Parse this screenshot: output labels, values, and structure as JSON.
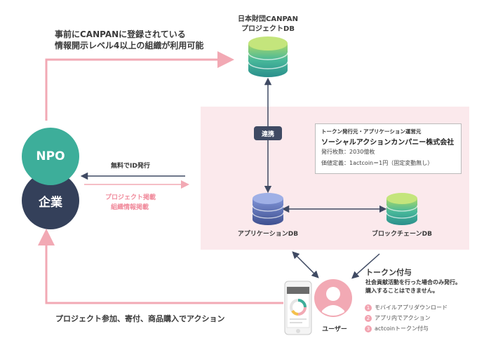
{
  "top_note": {
    "line1": "事前にCANPANに登録されている",
    "line2": "情報開示レベル4以上の組織が利用可能"
  },
  "canpan_db": {
    "line1": "日本財団CANPAN",
    "line2": "プロジェクトDB"
  },
  "renkei_label": "連携",
  "info_box": {
    "line1": "トークン発行元・アプリケーション運営元",
    "line2": "ソーシャルアクションカンパニー株式会社",
    "line3": "発行枚数：2030億枚",
    "line4": "価値定義：1actcoin＝1円（固定変動無し）"
  },
  "npo_label": "NPO",
  "kigyo_label": "企業",
  "id_issue_label": "無料でID発行",
  "pink_labels": {
    "line1": "プロジェクト掲載",
    "line2": "組織情報掲載"
  },
  "app_db_label": "アプリケーションDB",
  "blockchain_db_label": "ブロックチェーンDB",
  "token_title": "トークン付与",
  "token_desc": {
    "line1": "社会貢献活動を行った場合のみ発行。",
    "line2": "購入することはできません。"
  },
  "steps": [
    {
      "num": "1",
      "label": "モバイルアプリダウンロード"
    },
    {
      "num": "2",
      "label": "アプリ内でアクション"
    },
    {
      "num": "3",
      "label": "actcoinトークン付与"
    }
  ],
  "user_label": "ユーザー",
  "bottom_action": "プロジェクト参加、寄付、商品購入でアクション",
  "colors": {
    "pink_arrow": "#f2a9b4",
    "dark_arrow": "#3f4a63",
    "npo": "#3dae9a",
    "kigyo": "#34405a",
    "panel": "#fbe9ec"
  }
}
